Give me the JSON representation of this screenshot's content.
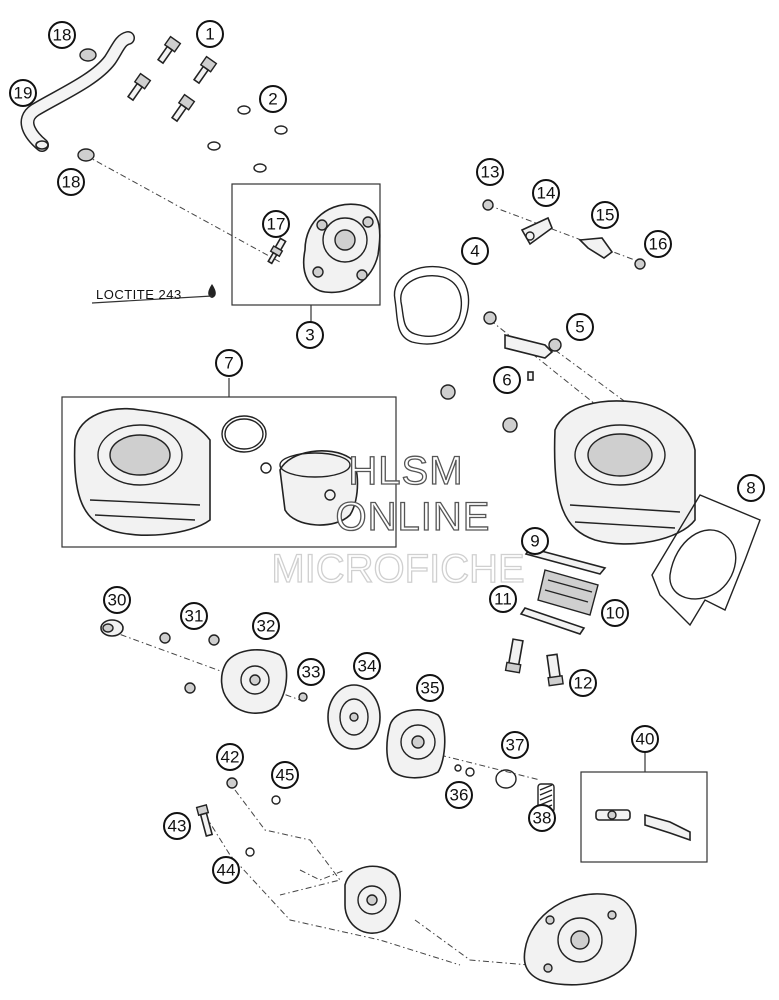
{
  "loctite_label": "LOCTITE 243",
  "watermark": {
    "line1": "HLSM",
    "line2": "ONLINE",
    "line3": "MICROFICHE"
  },
  "callouts": {
    "c1": "1",
    "c2": "2",
    "c3": "3",
    "c4": "4",
    "c5": "5",
    "c6": "6",
    "c7": "7",
    "c8": "8",
    "c9": "9",
    "c10": "10",
    "c11": "11",
    "c12": "12",
    "c13": "13",
    "c14": "14",
    "c15": "15",
    "c16": "16",
    "c17": "17",
    "c18a": "18",
    "c18b": "18",
    "c19": "19",
    "c30": "30",
    "c31": "31",
    "c32": "32",
    "c33": "33",
    "c34": "34",
    "c35": "35",
    "c36": "36",
    "c37": "37",
    "c38": "38",
    "c40": "40",
    "c42": "42",
    "c43": "43",
    "c44": "44",
    "c45": "45"
  }
}
